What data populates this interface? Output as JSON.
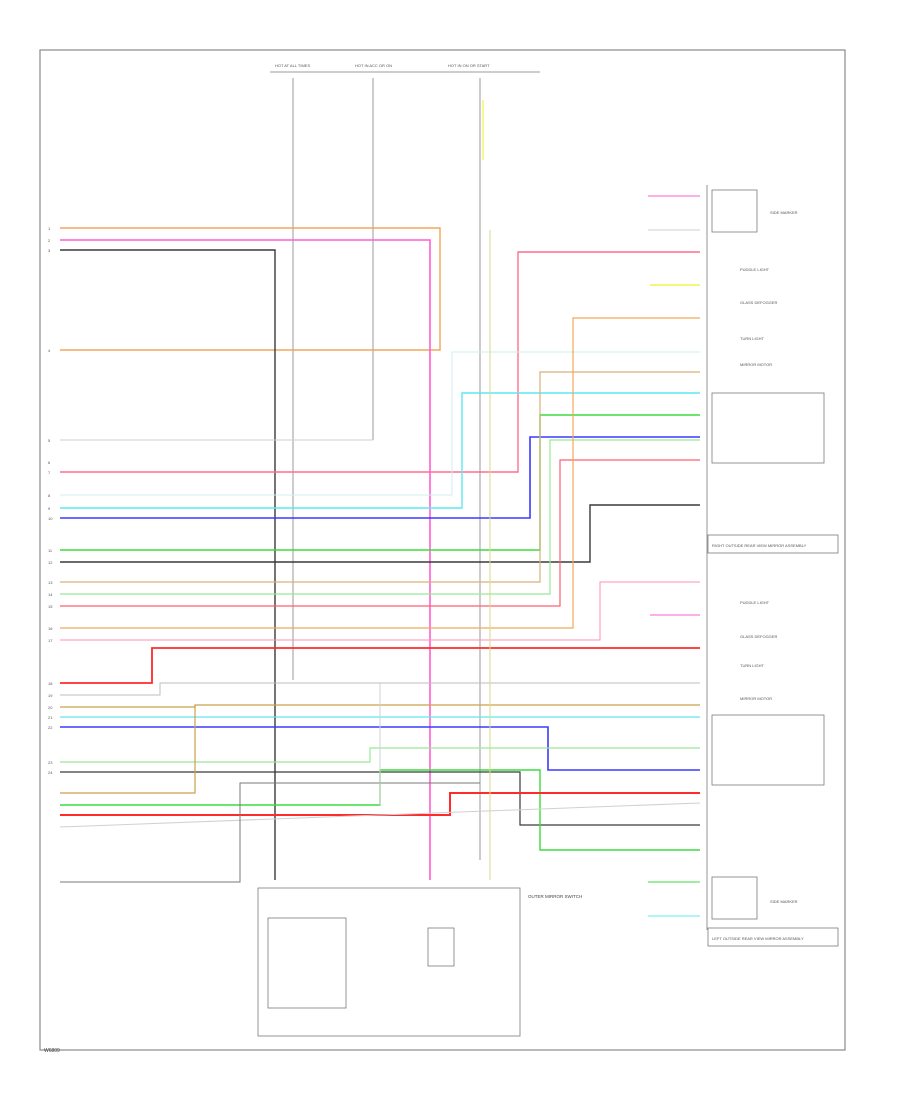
{
  "footer_code": "W6809",
  "top_feeds": [
    {
      "title": "HOT AT ALL TIMES"
    },
    {
      "title": "HOT IN ACC OR ON"
    },
    {
      "title": "HOT IN ON OR START"
    }
  ],
  "left_pins": [
    "1",
    "2",
    "3",
    "4",
    "5",
    "6",
    "7",
    "8",
    "9",
    "10",
    "11",
    "12",
    "13",
    "14",
    "15",
    "16",
    "17",
    "18",
    "19",
    "20",
    "21",
    "22",
    "23",
    "24"
  ],
  "right_components": [
    "SIDE MARKER",
    "PUDDLE LIGHT",
    "GLASS DEFOGGER",
    "TURN LIGHT",
    "MIRROR MOTOR",
    "RIGHT OUTSIDE REAR VIEW MIRROR ASSEMBLY",
    "PUDDLE LIGHT",
    "GLASS DEFOGGER",
    "TURN LIGHT",
    "MIRROR MOTOR",
    "SIDE MARKER",
    "LEFT OUTSIDE REAR VIEW MIRROR ASSEMBLY"
  ],
  "bottom_switch": "OUTER MIRROR SWITCH",
  "colors": {
    "orange": "#f2a65a",
    "pink": "#ff5fd0",
    "dark": "#3a3a3a",
    "red": "#ff2a2a",
    "green": "#3ddc3d",
    "light_green": "#9ae89a",
    "cyan": "#5fe8ef",
    "blue": "#3a3aff",
    "yellow": "#f2f24a",
    "tan": "#d9b07a",
    "gray": "#9a9a9a",
    "light_gray": "#cfcfcf",
    "rose": "#ff6f8f"
  }
}
